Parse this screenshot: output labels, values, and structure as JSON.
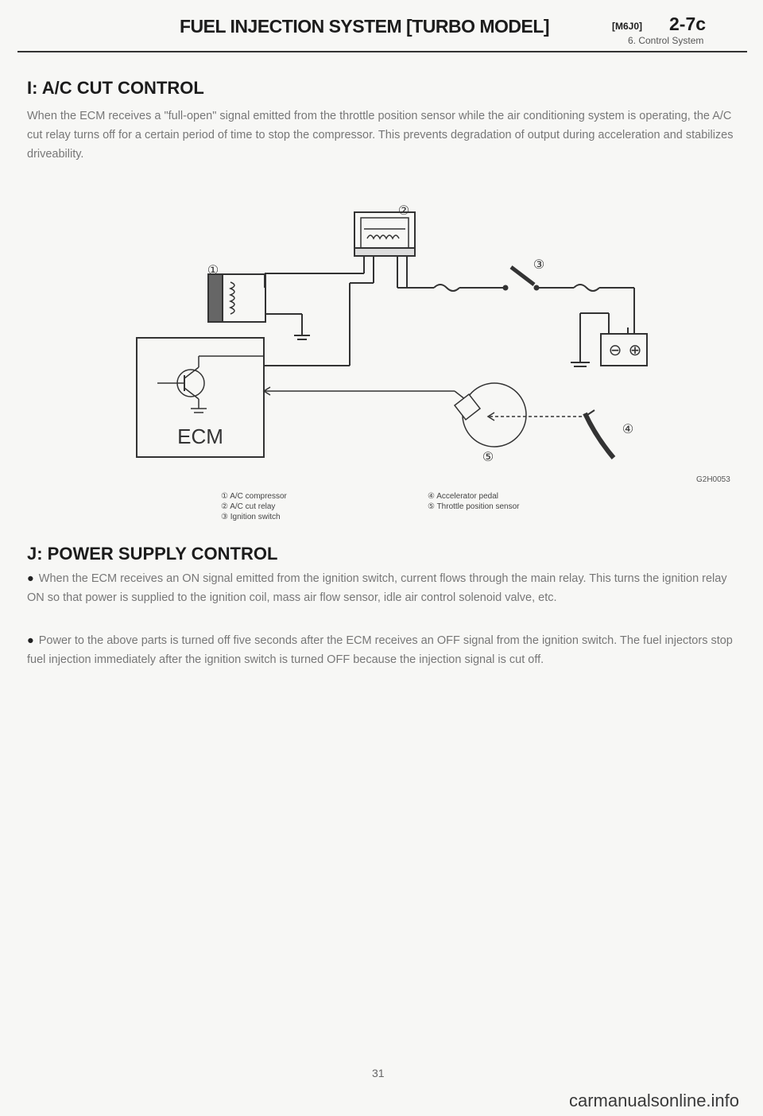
{
  "header": {
    "title": "FUEL INJECTION SYSTEM [TURBO MODEL]",
    "code": "[M6J0]",
    "page_ref": "2-7c",
    "subtitle": "6. Control System"
  },
  "section_i": {
    "heading": "I: A/C CUT CONTROL",
    "paragraph": "When the ECM receives a \"full-open\" signal emitted from the throttle position sensor while the air conditioning system is operating, the A/C cut relay turns off for a certain period of time to stop the compressor. This prevents degradation of output during acceleration and stabilizes driveability."
  },
  "diagram": {
    "callouts": [
      "①",
      "②",
      "③",
      "④",
      "⑤"
    ],
    "ecm_label": "ECM",
    "battery_minus": "⊖",
    "battery_plus": "⊕",
    "figure_code": "G2H0053",
    "legend_left": [
      "① A/C compressor",
      "② A/C cut relay",
      "③ Ignition switch"
    ],
    "legend_right": [
      "④ Accelerator pedal",
      "⑤ Throttle position sensor"
    ]
  },
  "section_j": {
    "heading": "J: POWER SUPPLY CONTROL",
    "bullet_symbol": "●",
    "bullets": [
      "When the ECM receives an ON signal emitted from the ignition switch, current flows through the main relay. This turns the ignition relay ON so that power is supplied to the ignition coil, mass air flow sensor, idle air control solenoid valve, etc.",
      "Power to the above parts is turned off five seconds after the ECM receives an OFF signal from the ignition switch. The fuel injectors stop fuel injection immediately after the ignition switch is turned OFF because the injection signal is cut off."
    ]
  },
  "footer": {
    "page_number": "31",
    "watermark": "carmanualsonline.info"
  }
}
